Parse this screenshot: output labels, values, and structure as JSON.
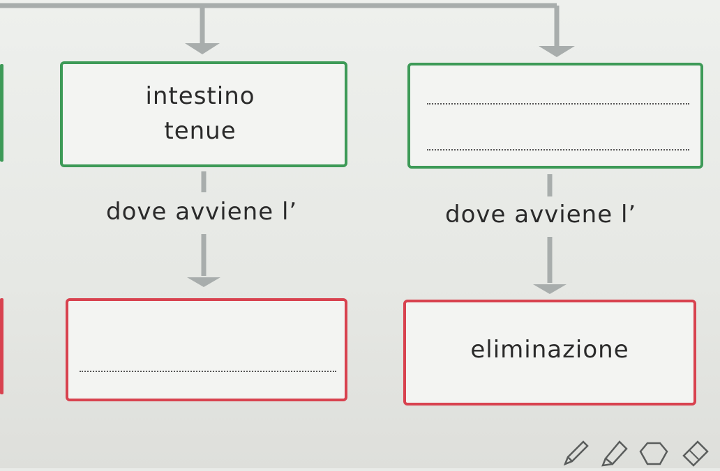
{
  "boxes": {
    "top_left": {
      "line1": "intestino",
      "line2": "tenue"
    },
    "top_right": {
      "blank1": "",
      "blank2": ""
    },
    "bottom_left": {
      "blank": ""
    },
    "bottom_right": {
      "text": "eliminazione"
    }
  },
  "labels": {
    "left": "dove avviene l’",
    "right": "dove avviene l’"
  },
  "colors": {
    "green_border": "#3d9a57",
    "red_border": "#d8424f",
    "connector": "#9aa09f"
  },
  "toolbar": {
    "tools": [
      "pencil-icon",
      "marker-icon",
      "shape-icon",
      "eraser-icon"
    ]
  }
}
